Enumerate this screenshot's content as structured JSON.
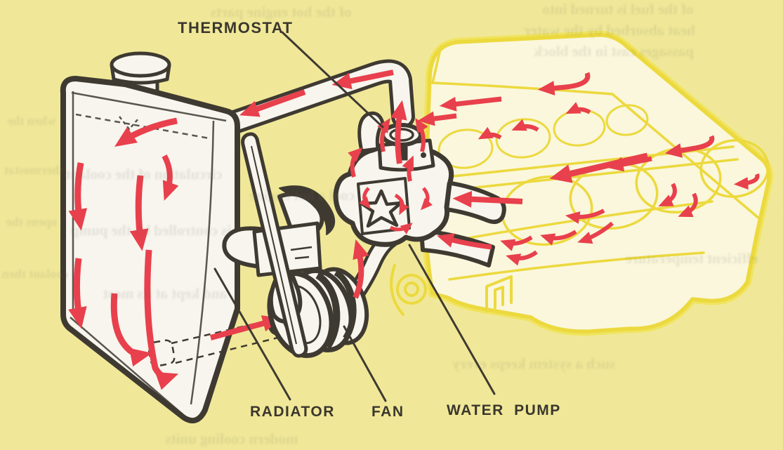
{
  "labels": {
    "thermostat": "THERMOSTAT",
    "radiator": "RADIATOR",
    "fan": "FAN",
    "water_pump": "WATER PUMP"
  },
  "colors": {
    "page_yellow": "#f2eb9e",
    "ink_dark": "#3f3a31",
    "flow_arrow_red": "#e8404c",
    "engine_ghost_yellow": "#ecd93e",
    "engine_fill_cream": "#faf7dc",
    "artwork_white": "#f7f5ee"
  },
  "bleed": {
    "lines": [
      "of the fuel is turned into",
      "heat absorbed by the water",
      "passages cast in the block",
      "of the hot engine parts",
      "when the",
      "thermostat",
      "opens the",
      "coolant then",
      "circulation of the coolant",
      "is controlled by the pump",
      "and kept at its most",
      "cool a hot engine",
      "such a system keeps every",
      "modern cooling units",
      "efficient temperature"
    ]
  }
}
